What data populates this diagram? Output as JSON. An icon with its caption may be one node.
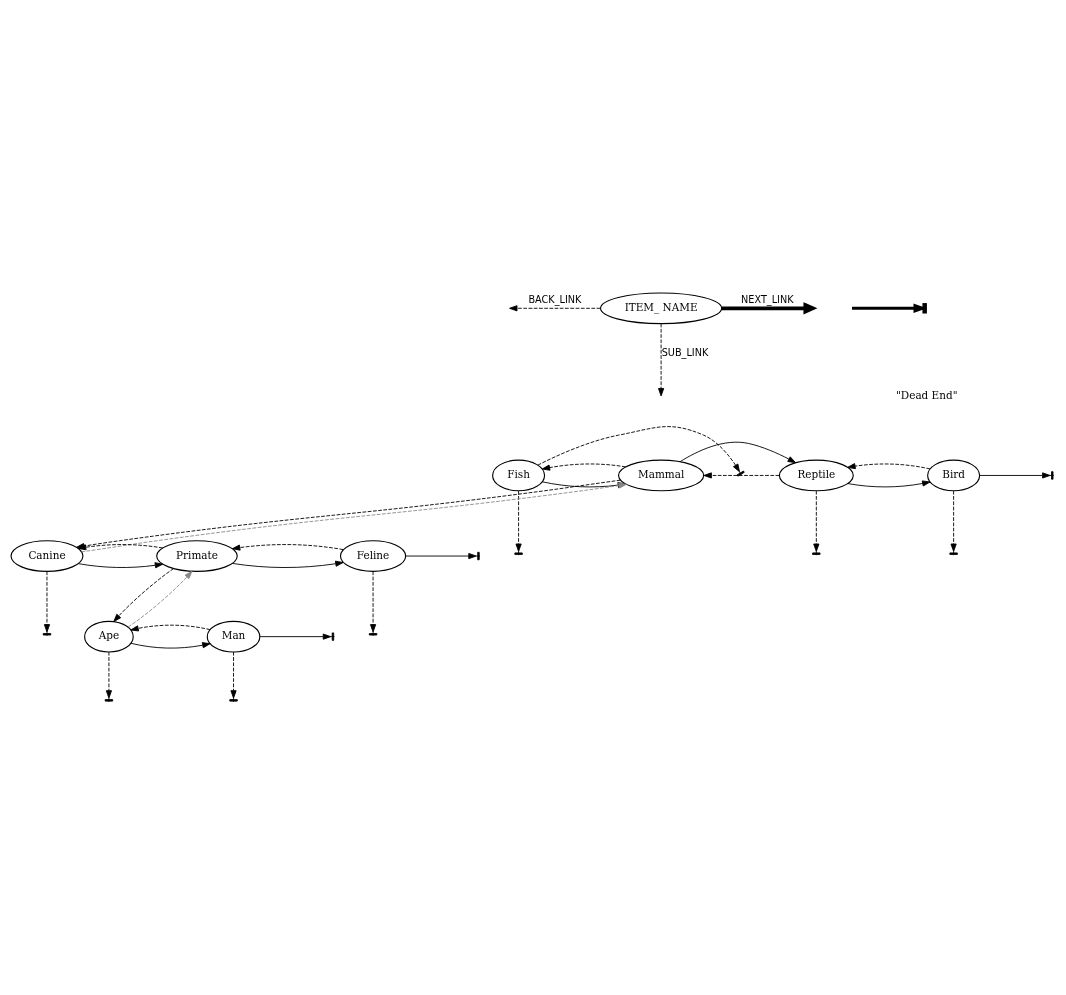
{
  "diagram": {
    "nodes": [
      {
        "text": [
          "ITEM_ NAME"
        ]
      },
      {
        "text": [
          "Fish"
        ]
      },
      {
        "text": [
          "Mammal"
        ]
      },
      {
        "text": [
          "Reptile"
        ]
      },
      {
        "text": [
          "Bird"
        ]
      },
      {
        "text": [
          "Canine"
        ]
      },
      {
        "text": [
          "Primate"
        ]
      },
      {
        "text": [
          "Feline"
        ]
      },
      {
        "text": [
          "Ape"
        ]
      },
      {
        "text": [
          "Man"
        ]
      }
    ],
    "edges": [
      {
        "from": 0,
        "to": null,
        "arrow": "to",
        "label": "NEXT_LINK",
        "style": "thick"
      },
      {
        "from": 0,
        "to": null,
        "arrow": "to",
        "label": "BACK_LINK",
        "style": "dashed"
      },
      {
        "from": 0,
        "to": null,
        "arrow": "to",
        "label": "SUB_LINK",
        "style": "dashed"
      },
      {
        "from": 1,
        "to": 2,
        "arrow": "to"
      },
      {
        "from": 2,
        "to": 3,
        "arrow": "to"
      },
      {
        "from": 3,
        "to": 4,
        "arrow": "to"
      },
      {
        "from": 4,
        "to": null,
        "arrow": "to"
      },
      {
        "from": 2,
        "to": 1,
        "arrow": "to",
        "style": "dashed"
      },
      {
        "from": 3,
        "to": 2,
        "arrow": "to",
        "style": "dashed"
      },
      {
        "from": 4,
        "to": 3,
        "arrow": "to",
        "style": "dashed"
      },
      {
        "from": 1,
        "to": null,
        "arrow": "to",
        "style": "dashed"
      },
      {
        "from": 1,
        "to": null,
        "arrow": "to",
        "style": "dashed"
      },
      {
        "from": 2,
        "to": 5,
        "arrow": "to",
        "style": "dashed"
      },
      {
        "from": 3,
        "to": null,
        "arrow": "to",
        "style": "dashed"
      },
      {
        "from": 4,
        "to": null,
        "arrow": "to",
        "style": "dashed"
      },
      {
        "from": 5,
        "to": 6,
        "arrow": "to"
      },
      {
        "from": 6,
        "to": 7,
        "arrow": "to"
      },
      {
        "from": 7,
        "to": null,
        "arrow": "to"
      },
      {
        "from": 5,
        "to": 2,
        "arrow": "to",
        "style": "dashed",
        "color": "#888888"
      },
      {
        "from": 6,
        "to": 5,
        "arrow": "to",
        "style": "dashed"
      },
      {
        "from": 7,
        "to": 6,
        "arrow": "to",
        "style": "dashed"
      },
      {
        "from": 5,
        "to": null,
        "arrow": "to",
        "style": "dashed"
      },
      {
        "from": 6,
        "to": 8,
        "arrow": "to",
        "style": "dashed"
      },
      {
        "from": 7,
        "to": null,
        "arrow": "to",
        "style": "dashed"
      },
      {
        "from": 8,
        "to": 9,
        "arrow": "to"
      },
      {
        "from": 9,
        "to": null,
        "arrow": "to"
      },
      {
        "from": 8,
        "to": 6,
        "arrow": "to",
        "style": "dashed",
        "color": "#888888"
      },
      {
        "from": 9,
        "to": 8,
        "arrow": "to",
        "style": "dashed"
      },
      {
        "from": 8,
        "to": null,
        "arrow": "to",
        "style": "dashed"
      },
      {
        "from": 9,
        "to": null,
        "arrow": "to",
        "style": "dashed"
      }
    ],
    "legend": [
      {
        "text": "\"Dead End\""
      }
    ]
  }
}
